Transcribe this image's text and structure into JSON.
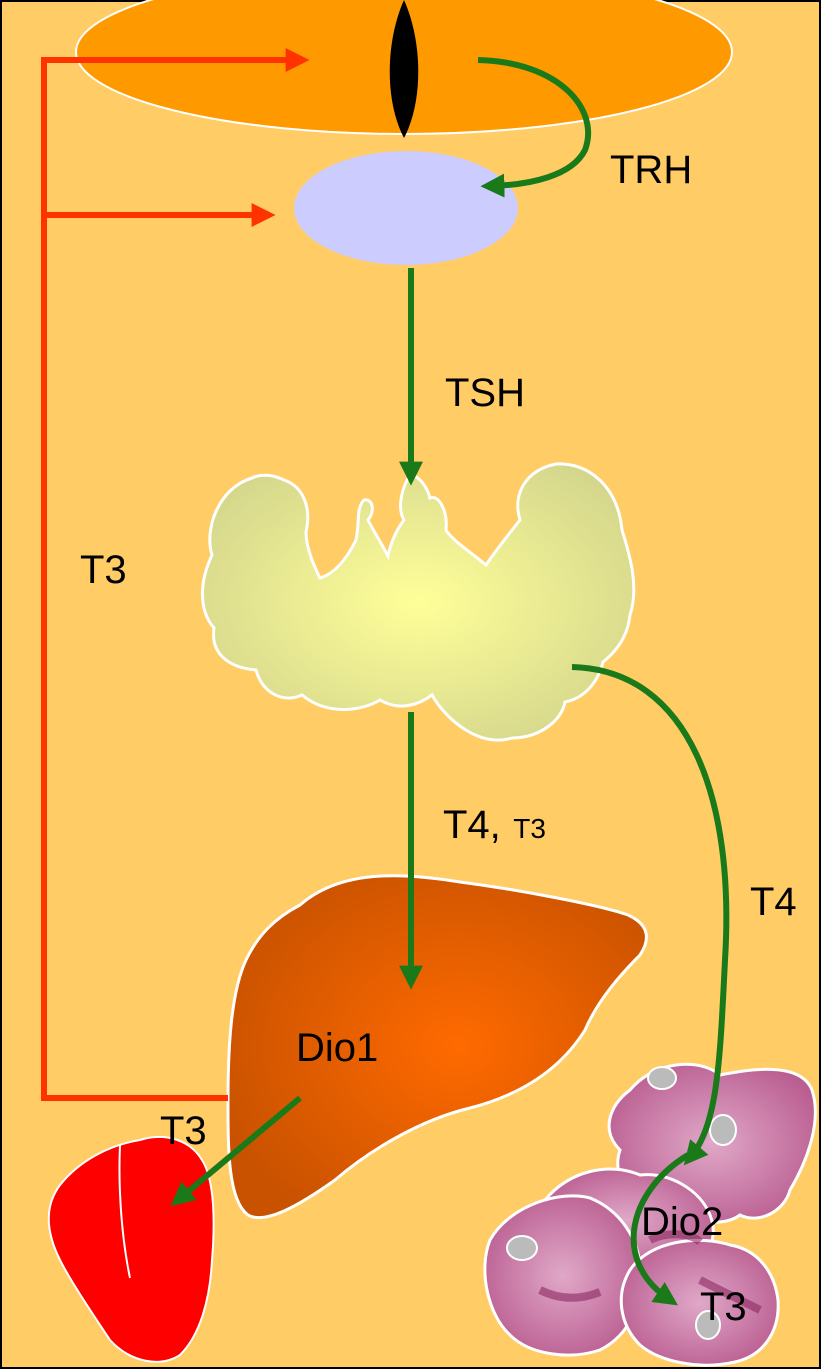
{
  "labels": {
    "trh": "TRH",
    "tsh": "TSH",
    "t3_feedback": "T3",
    "t4": "T4,",
    "t3_small": "T3",
    "t4_peripheral": "T4",
    "dio1": "Dio1",
    "t3_heart": "T3",
    "dio2": "Dio2",
    "t3_tissue": "T3"
  },
  "colors": {
    "background": "#ffcc66",
    "hypothalamus": "#ff9900",
    "pituitary": "#ccccff",
    "thyroid_center": "#ffff99",
    "thyroid_edge": "#d6d88a",
    "liver_center": "#ff6600",
    "liver_edge": "#cc5500",
    "heart": "#ff0000",
    "tissue": "#c0608f",
    "stimulation_arrow": "#1a7a1a",
    "feedback_arrow": "#ff3300"
  },
  "icons": {
    "hypothalamus": "hypothalamus-shape",
    "pituitary": "pituitary-shape",
    "thyroid": "thyroid-gland-shape",
    "liver": "liver-shape",
    "heart": "heart-shape",
    "tissue": "peripheral-tissue-cells"
  }
}
